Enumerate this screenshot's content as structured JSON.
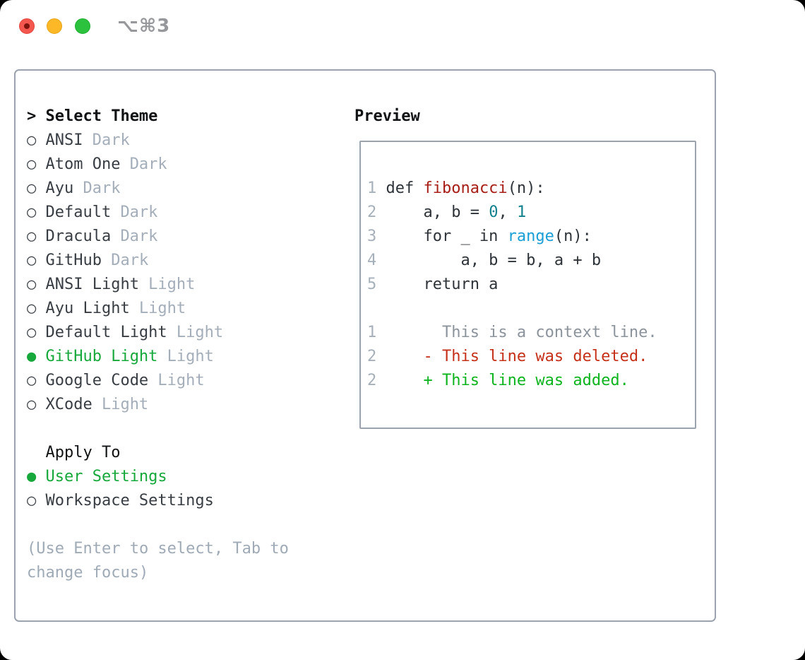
{
  "titlebar": {
    "title": "⌥⌘3"
  },
  "colors": {
    "selection_green": "#17a83b",
    "added_green": "#0db41e",
    "deleted_red": "#c53019",
    "function_red": "#a61e15",
    "literal_teal": "#10808d",
    "builtin_blue": "#1a9ed6",
    "muted_gray": "#a3aeba",
    "border_gray": "#9aa3ae",
    "traffic_red": "#f4574e",
    "traffic_yellow": "#fcb827",
    "traffic_green": "#2dc23d"
  },
  "theme_panel": {
    "header": {
      "prompt": ">",
      "label": "Select Theme"
    },
    "themes": [
      {
        "marker": "○",
        "name": "ANSI",
        "variant": "Dark",
        "selected": false
      },
      {
        "marker": "○",
        "name": "Atom One",
        "variant": "Dark",
        "selected": false
      },
      {
        "marker": "○",
        "name": "Ayu",
        "variant": "Dark",
        "selected": false
      },
      {
        "marker": "○",
        "name": "Default",
        "variant": "Dark",
        "selected": false
      },
      {
        "marker": "○",
        "name": "Dracula",
        "variant": "Dark",
        "selected": false
      },
      {
        "marker": "○",
        "name": "GitHub",
        "variant": "Dark",
        "selected": false
      },
      {
        "marker": "○",
        "name": "ANSI Light",
        "variant": "Light",
        "selected": false
      },
      {
        "marker": "○",
        "name": "Ayu Light",
        "variant": "Light",
        "selected": false
      },
      {
        "marker": "○",
        "name": "Default Light",
        "variant": "Light",
        "selected": false
      },
      {
        "marker": "●",
        "name": "GitHub Light",
        "variant": "Light",
        "selected": true
      },
      {
        "marker": "○",
        "name": "Google Code",
        "variant": "Light",
        "selected": false
      },
      {
        "marker": "○",
        "name": "XCode",
        "variant": "Light",
        "selected": false
      }
    ],
    "apply_to": {
      "header": "Apply To",
      "options": [
        {
          "marker": "●",
          "label": "User Settings",
          "selected": true
        },
        {
          "marker": "○",
          "label": "Workspace Settings",
          "selected": false
        }
      ]
    },
    "hint_lines": [
      "(Use Enter to select, Tab to",
      "change focus)"
    ]
  },
  "preview": {
    "title": "Preview",
    "code": [
      {
        "num": "1",
        "t0": "def ",
        "t1": "fibonacci",
        "t2": "(n):"
      },
      {
        "num": "2",
        "t0": "    a, b = ",
        "t1": "0",
        "t2": ", ",
        "t3": "1"
      },
      {
        "num": "3",
        "t0": "    for _ in ",
        "t1": "range",
        "t2": "(n):"
      },
      {
        "num": "4",
        "t0": "        a, b = b, a + b"
      },
      {
        "num": "5",
        "t0": "    return a"
      }
    ],
    "diff": [
      {
        "num": "1",
        "text": "      This is a context line."
      },
      {
        "num": "2",
        "text": "    - This line was deleted."
      },
      {
        "num": "2",
        "text": "    + This line was added."
      }
    ]
  }
}
